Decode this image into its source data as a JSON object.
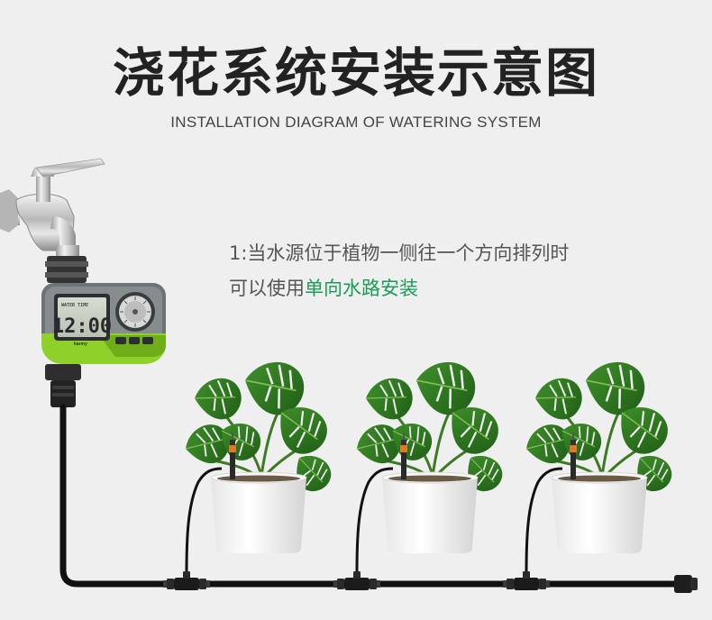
{
  "title": "浇花系统安装示意图",
  "subtitle": "INSTALLATION DIAGRAM OF WATERING SYSTEM",
  "note": {
    "line1": "1:当水源位于植物一侧往一个方向排列时",
    "line2_prefix": "可以使用",
    "line2_highlight": "单向水路安装"
  },
  "timer": {
    "display_time": "12:00",
    "brand_text": "karmy",
    "lcd_small_text": "WATER TIME"
  },
  "colors": {
    "accent_green": "#1a9c58",
    "timer_green": "#8fd12a",
    "hose": "#111111",
    "connector_orange": "#e07a2a"
  },
  "plants": [
    {
      "name": "potted-plant-1"
    },
    {
      "name": "potted-plant-2"
    },
    {
      "name": "potted-plant-3"
    }
  ]
}
